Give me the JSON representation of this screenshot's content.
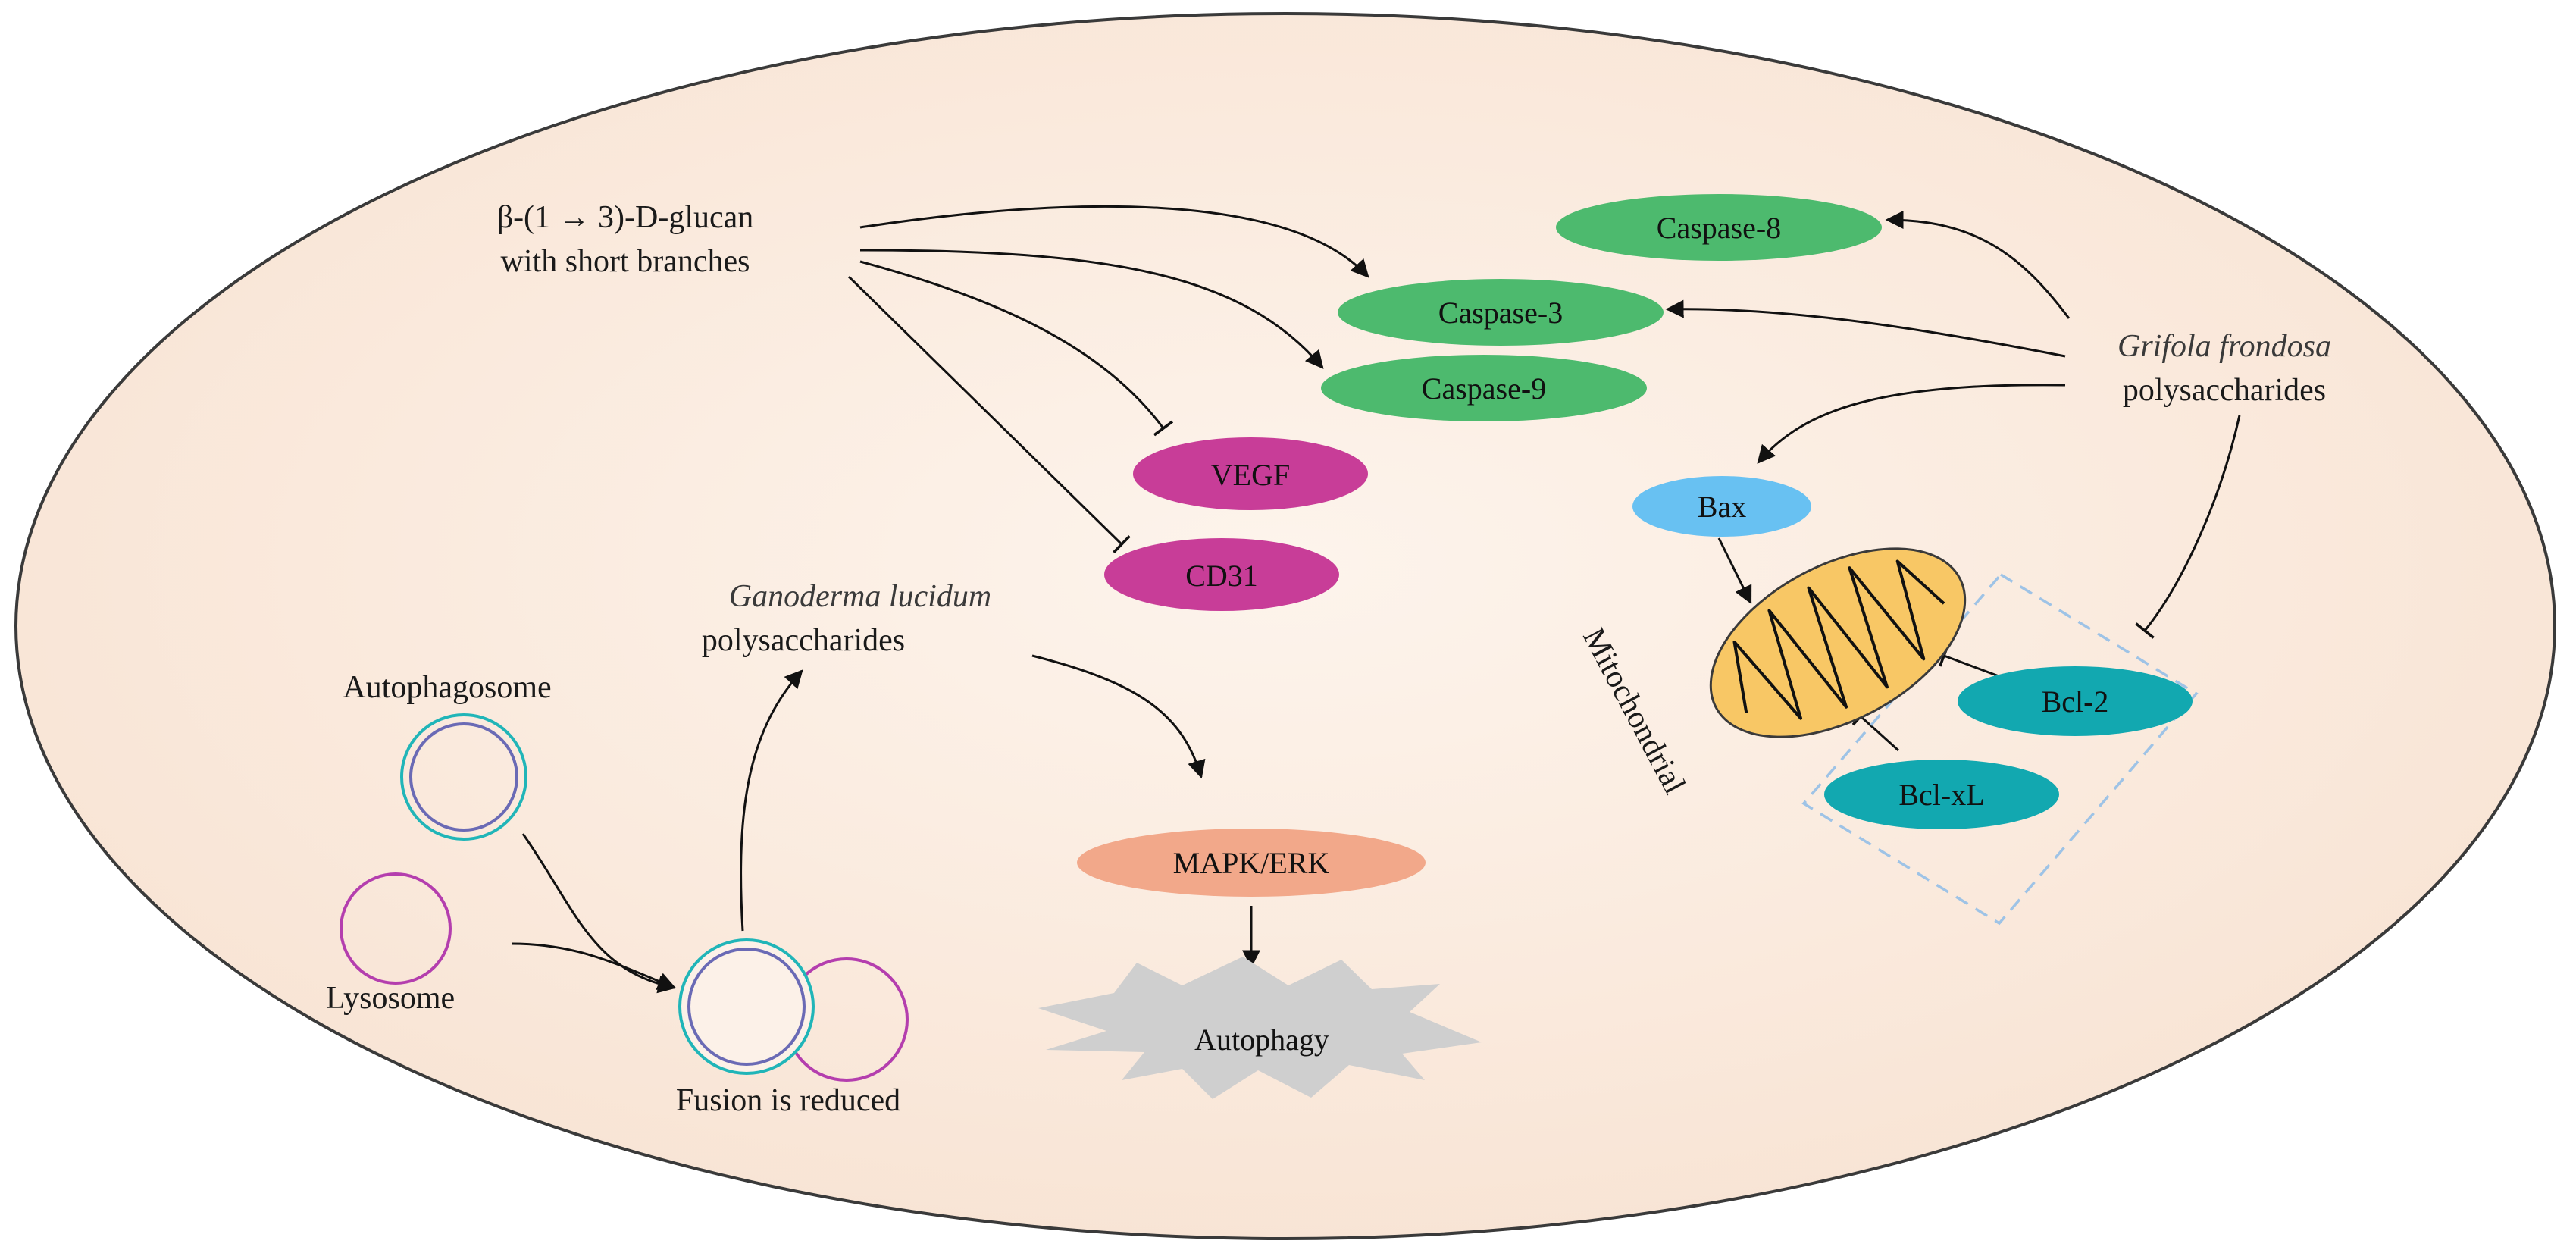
{
  "beta_glucan": {
    "line1": "β-(1 → 3)-D-glucan",
    "line2": "with short branches"
  },
  "grifola": {
    "line1": "Grifola frondosa",
    "line2": "polysaccharides"
  },
  "ganoderma": {
    "line1": "Ganoderma lucidum",
    "line2": "polysaccharides"
  },
  "nodes": {
    "caspase8": "Caspase-8",
    "caspase3": "Caspase-3",
    "caspase9": "Caspase-9",
    "vegf": "VEGF",
    "cd31": "CD31",
    "bax": "Bax",
    "bcl2": "Bcl-2",
    "bclxl": "Bcl-xL",
    "mapk": "MAPK/ERK",
    "autophagy": "Autophagy"
  },
  "labels": {
    "mitochondrial": "Mitochondrial",
    "autophagosome": "Autophagosome",
    "lysosome": "Lysosome",
    "fusion": "Fusion is reduced"
  },
  "colors": {
    "cell_fill": "#fbece0",
    "caspase_green": "#4dba6e",
    "magenta": "#c83d98",
    "bax_blue": "#68c1f2",
    "teal": "#12a8b0",
    "mapk_salmon": "#f2a88a",
    "mito_yellow": "#f8c765",
    "autophagy_gray": "#cfcfcf",
    "dashed_box": "#9ec3e6"
  }
}
